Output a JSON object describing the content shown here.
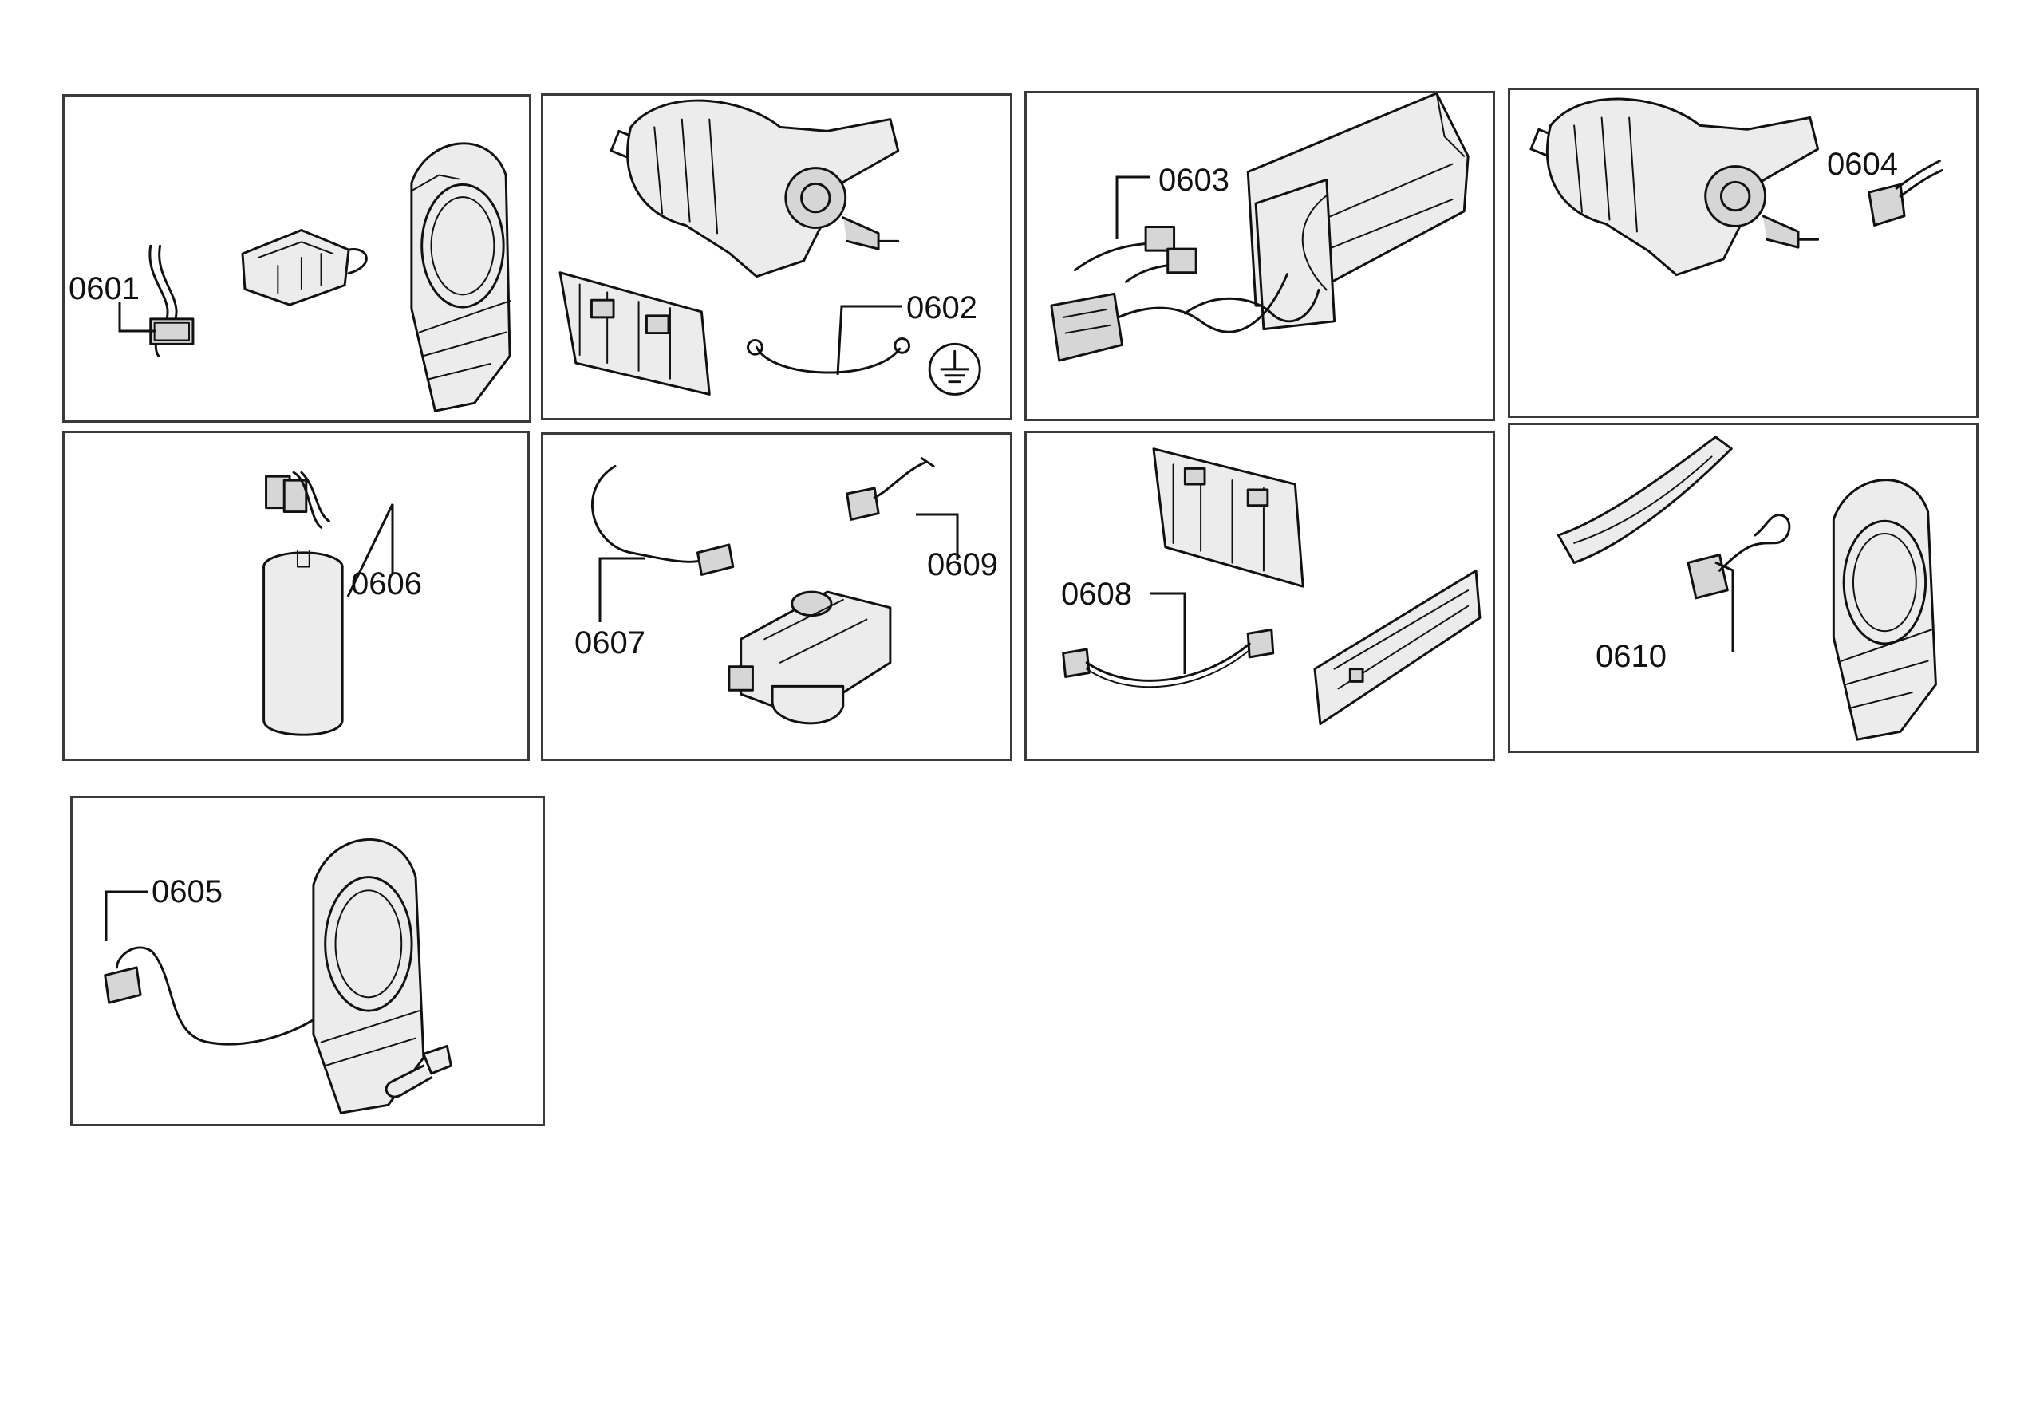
{
  "parts": [
    {
      "id": "0601"
    },
    {
      "id": "0602"
    },
    {
      "id": "0603"
    },
    {
      "id": "0604"
    },
    {
      "id": "0605"
    },
    {
      "id": "0606"
    },
    {
      "id": "0607"
    },
    {
      "id": "0608"
    },
    {
      "id": "0609"
    },
    {
      "id": "0610"
    }
  ]
}
